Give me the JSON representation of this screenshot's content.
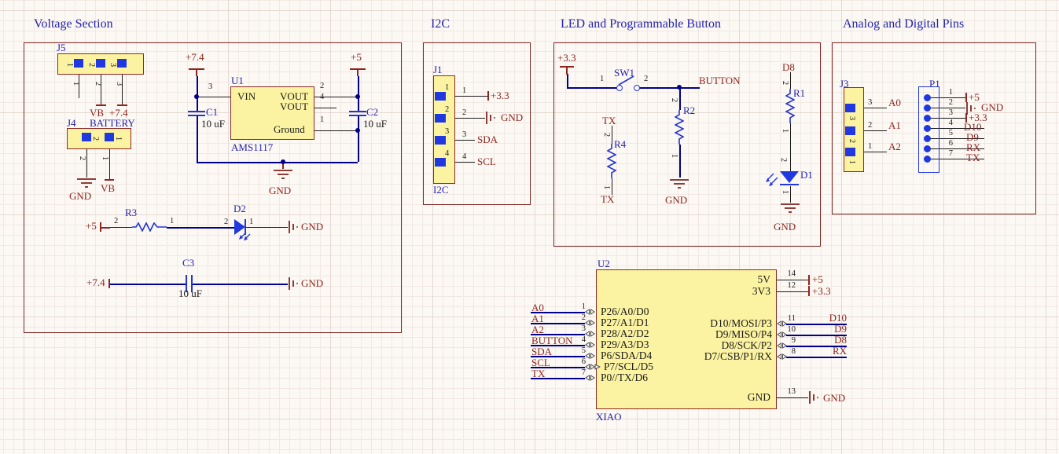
{
  "colors": {
    "background": "#fcf8f4",
    "grid_minor": "#f1e9e3",
    "grid_major": "#e5d9d2",
    "section_border": "#7d2522",
    "component_fill": "#fbf3a1",
    "component_border": "#8c2822",
    "pad_blue": "#2038df",
    "symbol_blue": "#2335cc",
    "wire_blue": "#00008b",
    "pin_line_black": "#1c1c1c",
    "net_label_red": "#8e261e",
    "designator_blue": "#2424ac"
  },
  "titles": {
    "voltage": "Voltage Section",
    "i2c": "I2C",
    "led": "LED and Programmable Button",
    "analog": "Analog and Digital Pins"
  },
  "voltage": {
    "j5": {
      "ref": "J5",
      "pad_nums": [
        "1",
        "2",
        "3"
      ],
      "pin_nums": [
        "1",
        "2",
        "3"
      ],
      "net_vb": "VB",
      "net_7v4": "+7.4"
    },
    "j4": {
      "ref": "J4",
      "name": "BATTERY",
      "pad_nums": [
        "2",
        "1"
      ],
      "pin_nums": [
        "2",
        "1"
      ],
      "gnd": "GND",
      "net_vb": "VB"
    },
    "u1": {
      "ref": "U1",
      "part": "AMS1117",
      "flag_in": "+7.4",
      "flag_out": "+5",
      "gnd": "GND",
      "pins": {
        "vin": {
          "name": "VIN",
          "num": "3"
        },
        "vout1": {
          "name": "VOUT",
          "num": "2"
        },
        "vout2": {
          "name": "VOUT",
          "num": "4"
        },
        "gnd": {
          "name": "Ground",
          "num": "1"
        }
      }
    },
    "c1": {
      "ref": "C1",
      "value": "10 uF"
    },
    "c2": {
      "ref": "C2",
      "value": "10 uF"
    },
    "r3": {
      "flag": "+5",
      "num2": "2",
      "ref": "R3",
      "num1": "1",
      "gnd": "GND"
    },
    "d2": {
      "ref": "D2",
      "num2": "2",
      "num1": "1"
    },
    "c3": {
      "flag": "+7.4",
      "ref": "C3",
      "value": "10 uF",
      "gnd": "GND"
    }
  },
  "i2c": {
    "j1": {
      "ref": "J1",
      "name": "I2C",
      "pins": [
        {
          "pad": "1",
          "num": "1",
          "net": "+3.3"
        },
        {
          "pad": "2",
          "num": "2",
          "net": "GND"
        },
        {
          "pad": "3",
          "num": "3",
          "net": "SDA"
        },
        {
          "pad": "4",
          "num": "4",
          "net": "SCL"
        }
      ]
    }
  },
  "led": {
    "flag": "+3.3",
    "sw1": {
      "ref": "SW1",
      "num1": "1",
      "num2": "2",
      "net": "BUTTON"
    },
    "r2": {
      "ref": "R2",
      "num2": "2",
      "num1": "1",
      "gnd": "GND"
    },
    "r4": {
      "ref": "R4",
      "net_top": "TX",
      "num2": "2",
      "num1": "1",
      "net_bottom": "TX"
    },
    "r1": {
      "ref": "R1",
      "net_top": "D8",
      "num2": "2",
      "num1": "1"
    },
    "d1": {
      "ref": "D1",
      "num2": "2",
      "num1": "1",
      "gnd": "GND"
    }
  },
  "analog": {
    "j3": {
      "ref": "J3",
      "pins": [
        {
          "pad": "3",
          "num": "3",
          "net": "A0"
        },
        {
          "pad": "2",
          "num": "2",
          "net": "A1"
        },
        {
          "pad": "1",
          "num": "1",
          "net": "A2"
        }
      ]
    },
    "p1": {
      "ref": "P1",
      "pins": [
        {
          "num": "1",
          "net": "+5"
        },
        {
          "num": "2",
          "net": "GND"
        },
        {
          "num": "3",
          "net": "+3.3"
        },
        {
          "num": "4",
          "net": "D10"
        },
        {
          "num": "5",
          "net": "D9"
        },
        {
          "num": "6",
          "net": "RX"
        },
        {
          "num": "7",
          "net": "TX"
        }
      ]
    }
  },
  "u2": {
    "ref": "U2",
    "part": "XIAO",
    "left_pins": [
      {
        "net": "A0",
        "num": "1",
        "name": "P26/A0/D0"
      },
      {
        "net": "A1",
        "num": "2",
        "name": "P27/A1/D1"
      },
      {
        "net": "A2",
        "num": "3",
        "name": "P28/A2/D2"
      },
      {
        "net": "BUTTON",
        "num": "4",
        "name": "P29/A3/D3"
      },
      {
        "net": "SDA",
        "num": "5",
        "name": "P6/SDA/D4"
      },
      {
        "net": "SCL",
        "num": "6",
        "name": "P7/SCL/D5"
      },
      {
        "net": "TX",
        "num": "7",
        "name": "P0//TX/D6"
      }
    ],
    "power_pins": [
      {
        "name": "5V",
        "num": "14",
        "net": "+5"
      },
      {
        "name": "3V3",
        "num": "12",
        "net": "+3.3"
      }
    ],
    "io_pins": [
      {
        "name": "D10/MOSI/P3",
        "num": "11",
        "net": "D10"
      },
      {
        "name": "D9/MISO/P4",
        "num": "10",
        "net": "D9"
      },
      {
        "name": "D8/SCK/P2",
        "num": "9",
        "net": "D8"
      },
      {
        "name": "D7/CSB/P1/RX",
        "num": "8",
        "net": "RX"
      }
    ],
    "gnd_pin": {
      "name": "GND",
      "num": "13",
      "net": "GND"
    }
  }
}
